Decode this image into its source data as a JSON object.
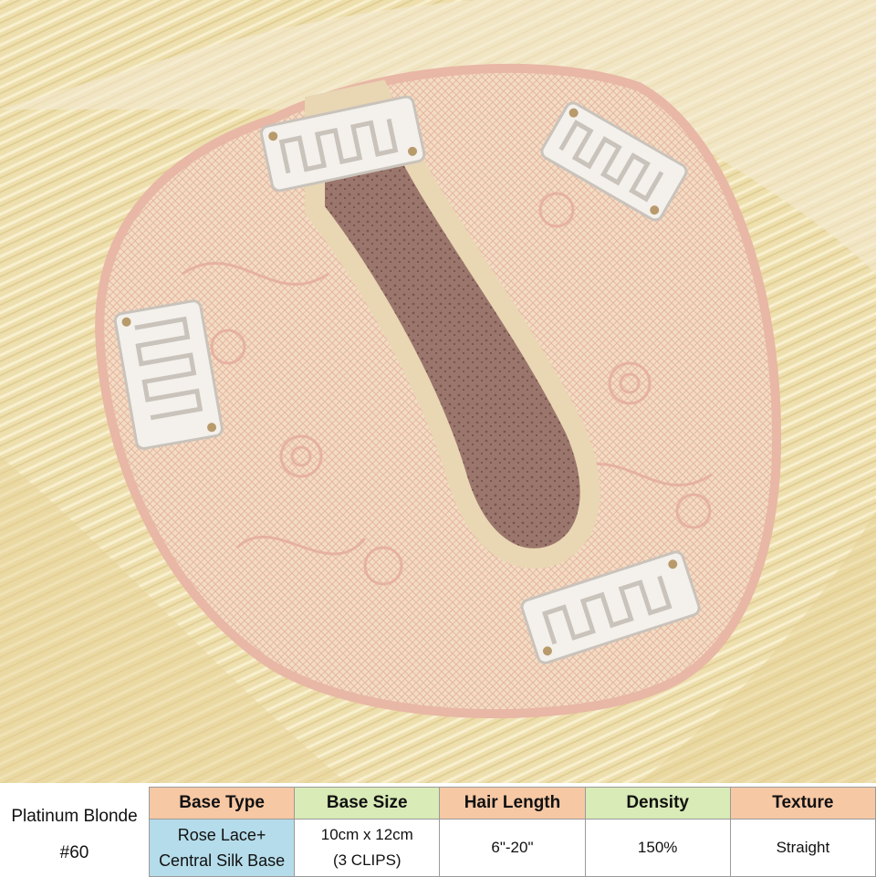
{
  "product": {
    "color_name": "Platinum Blonde",
    "color_code": "#60"
  },
  "colors": {
    "hair": "#efe2b2",
    "lace": "#f1c8b8",
    "silk": "#8e6a62",
    "header_peach": "#f7c8a4",
    "header_green": "#d9ebb6",
    "cell_blue": "#b5dcea"
  },
  "specs": {
    "headers": [
      "Base Type",
      "Base Size",
      "Hair Length",
      "Density",
      "Texture"
    ],
    "base_type_line1": "Rose Lace+",
    "base_type_line2": "Central Silk Base",
    "base_size_line1": "10cm x 12cm",
    "base_size_line2": "(3 CLIPS)",
    "hair_length": "6\"-20\"",
    "density": "150%",
    "texture": "Straight"
  }
}
